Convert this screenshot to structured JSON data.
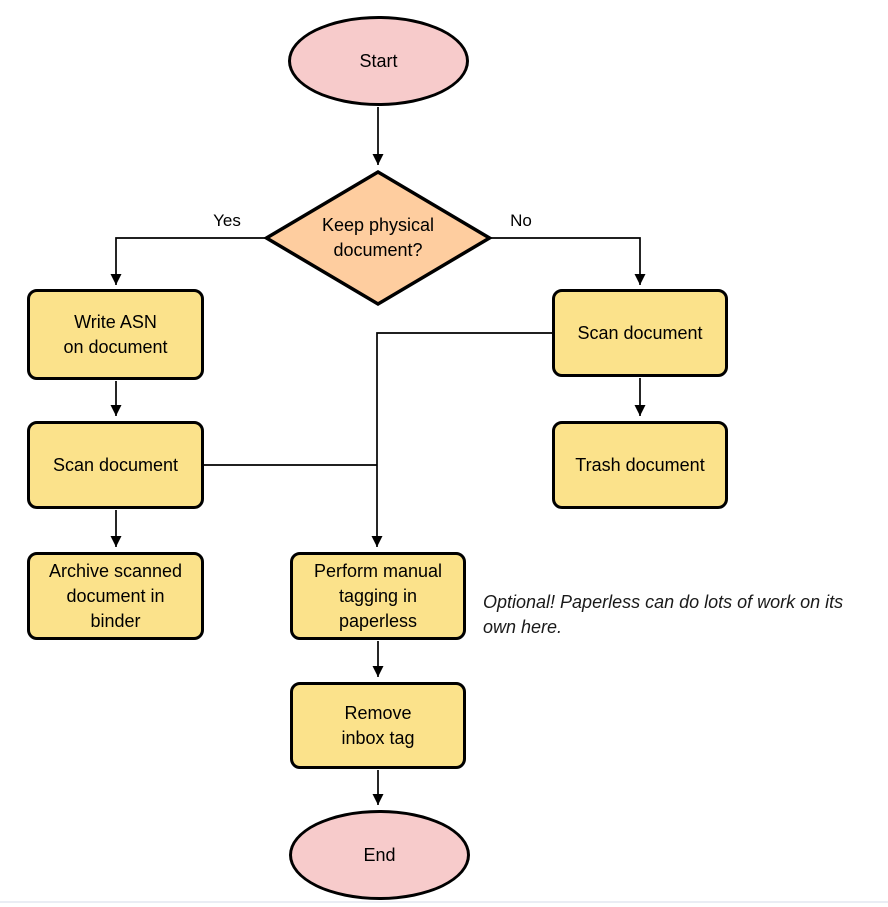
{
  "diagram": {
    "type": "flowchart",
    "nodes": {
      "start": {
        "shape": "ellipse",
        "label": "Start"
      },
      "decision": {
        "shape": "diamond",
        "label": "Keep physical\ndocument?"
      },
      "write_asn": {
        "shape": "process",
        "label": "Write ASN\non document"
      },
      "scan_left": {
        "shape": "process",
        "label": "Scan document"
      },
      "archive": {
        "shape": "process",
        "label": "Archive scanned\ndocument in\nbinder"
      },
      "scan_right": {
        "shape": "process",
        "label": "Scan document"
      },
      "trash": {
        "shape": "process",
        "label": "Trash document"
      },
      "tagging": {
        "shape": "process",
        "label": "Perform manual\ntagging in\npaperless"
      },
      "remove_inbox": {
        "shape": "process",
        "label": "Remove\ninbox tag"
      },
      "end": {
        "shape": "ellipse",
        "label": "End"
      }
    },
    "edge_labels": {
      "yes": "Yes",
      "no": "No"
    },
    "note": "Optional! Paperless can do lots of work on its own here.",
    "colors": {
      "terminal_fill": "#F7CBCB",
      "decision_fill": "#FECD9F",
      "process_fill": "#FBE28B",
      "stroke": "#000000",
      "note_text": "#1A1A1A",
      "page_rule": "#EAEDF4"
    }
  }
}
